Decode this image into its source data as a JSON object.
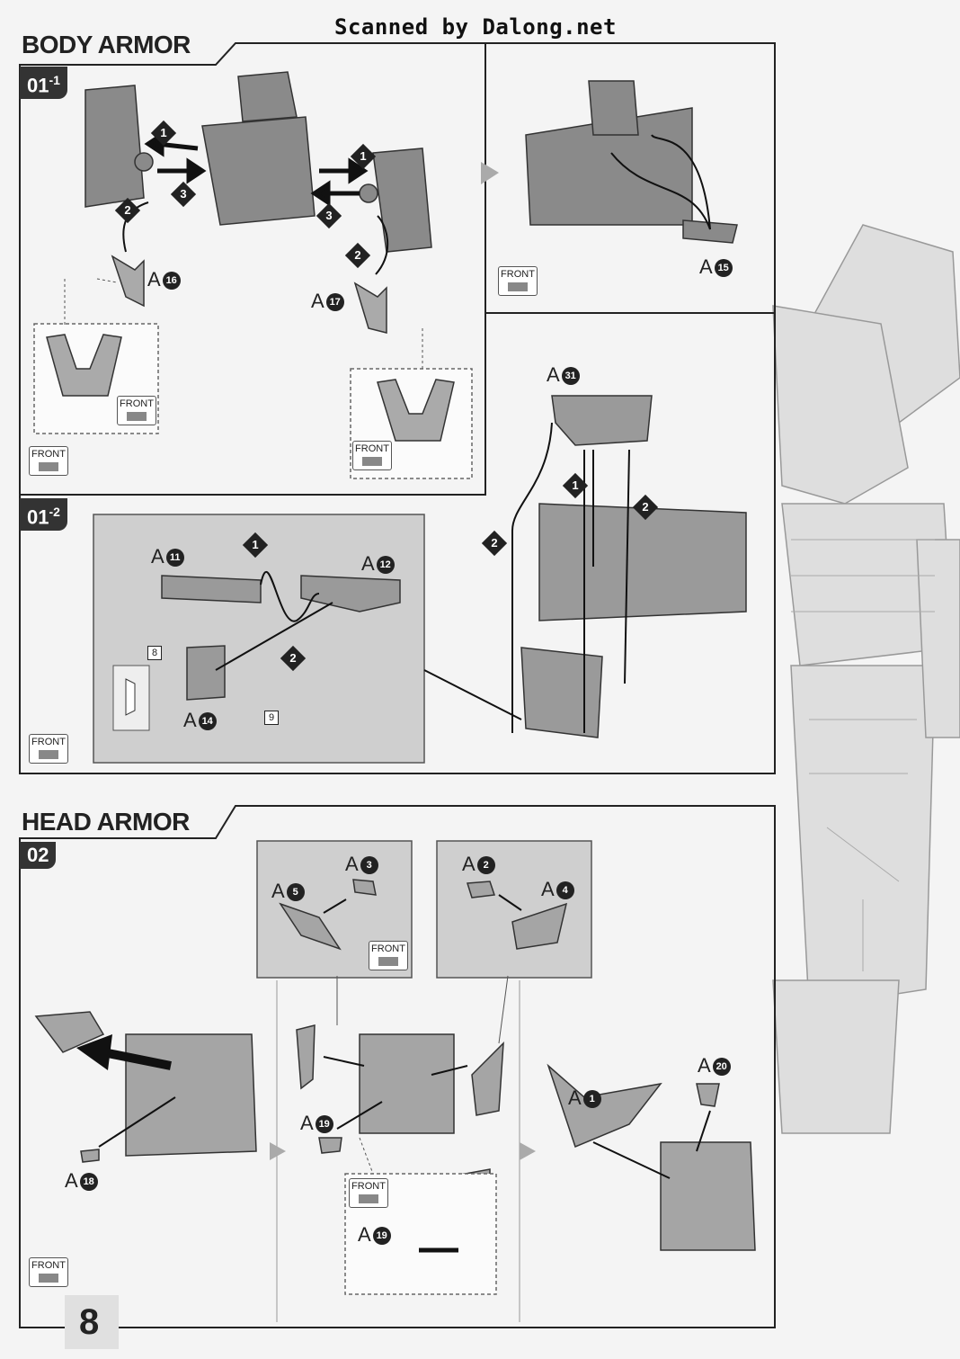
{
  "watermark": "Scanned by Dalong.net",
  "page_number": "8",
  "sections": {
    "body_armor": {
      "title": "BODY ARMOR"
    },
    "head_armor": {
      "title": "HEAD ARMOR"
    }
  },
  "steps": {
    "s01_1": {
      "main": "01",
      "sub": "-1"
    },
    "s01_2": {
      "main": "01",
      "sub": "-2"
    },
    "s02": {
      "main": "02"
    }
  },
  "front_label": "FRONT",
  "parts": {
    "a16": {
      "letter": "A",
      "num": "16"
    },
    "a17": {
      "letter": "A",
      "num": "17"
    },
    "a15": {
      "letter": "A",
      "num": "15"
    },
    "a31": {
      "letter": "A",
      "num": "31"
    },
    "a11": {
      "letter": "A",
      "num": "11"
    },
    "a12": {
      "letter": "A",
      "num": "12"
    },
    "a14": {
      "letter": "A",
      "num": "14"
    },
    "a3": {
      "letter": "A",
      "num": "3"
    },
    "a5": {
      "letter": "A",
      "num": "5"
    },
    "a2": {
      "letter": "A",
      "num": "2"
    },
    "a4": {
      "letter": "A",
      "num": "4"
    },
    "a18": {
      "letter": "A",
      "num": "18"
    },
    "a19": {
      "letter": "A",
      "num": "19"
    },
    "a19b": {
      "letter": "A",
      "num": "19"
    },
    "a1": {
      "letter": "A",
      "num": "1"
    },
    "a20": {
      "letter": "A",
      "num": "20"
    }
  },
  "seals": {
    "s8": "8",
    "s9": "9"
  },
  "order_marks": [
    "1",
    "2",
    "3"
  ]
}
